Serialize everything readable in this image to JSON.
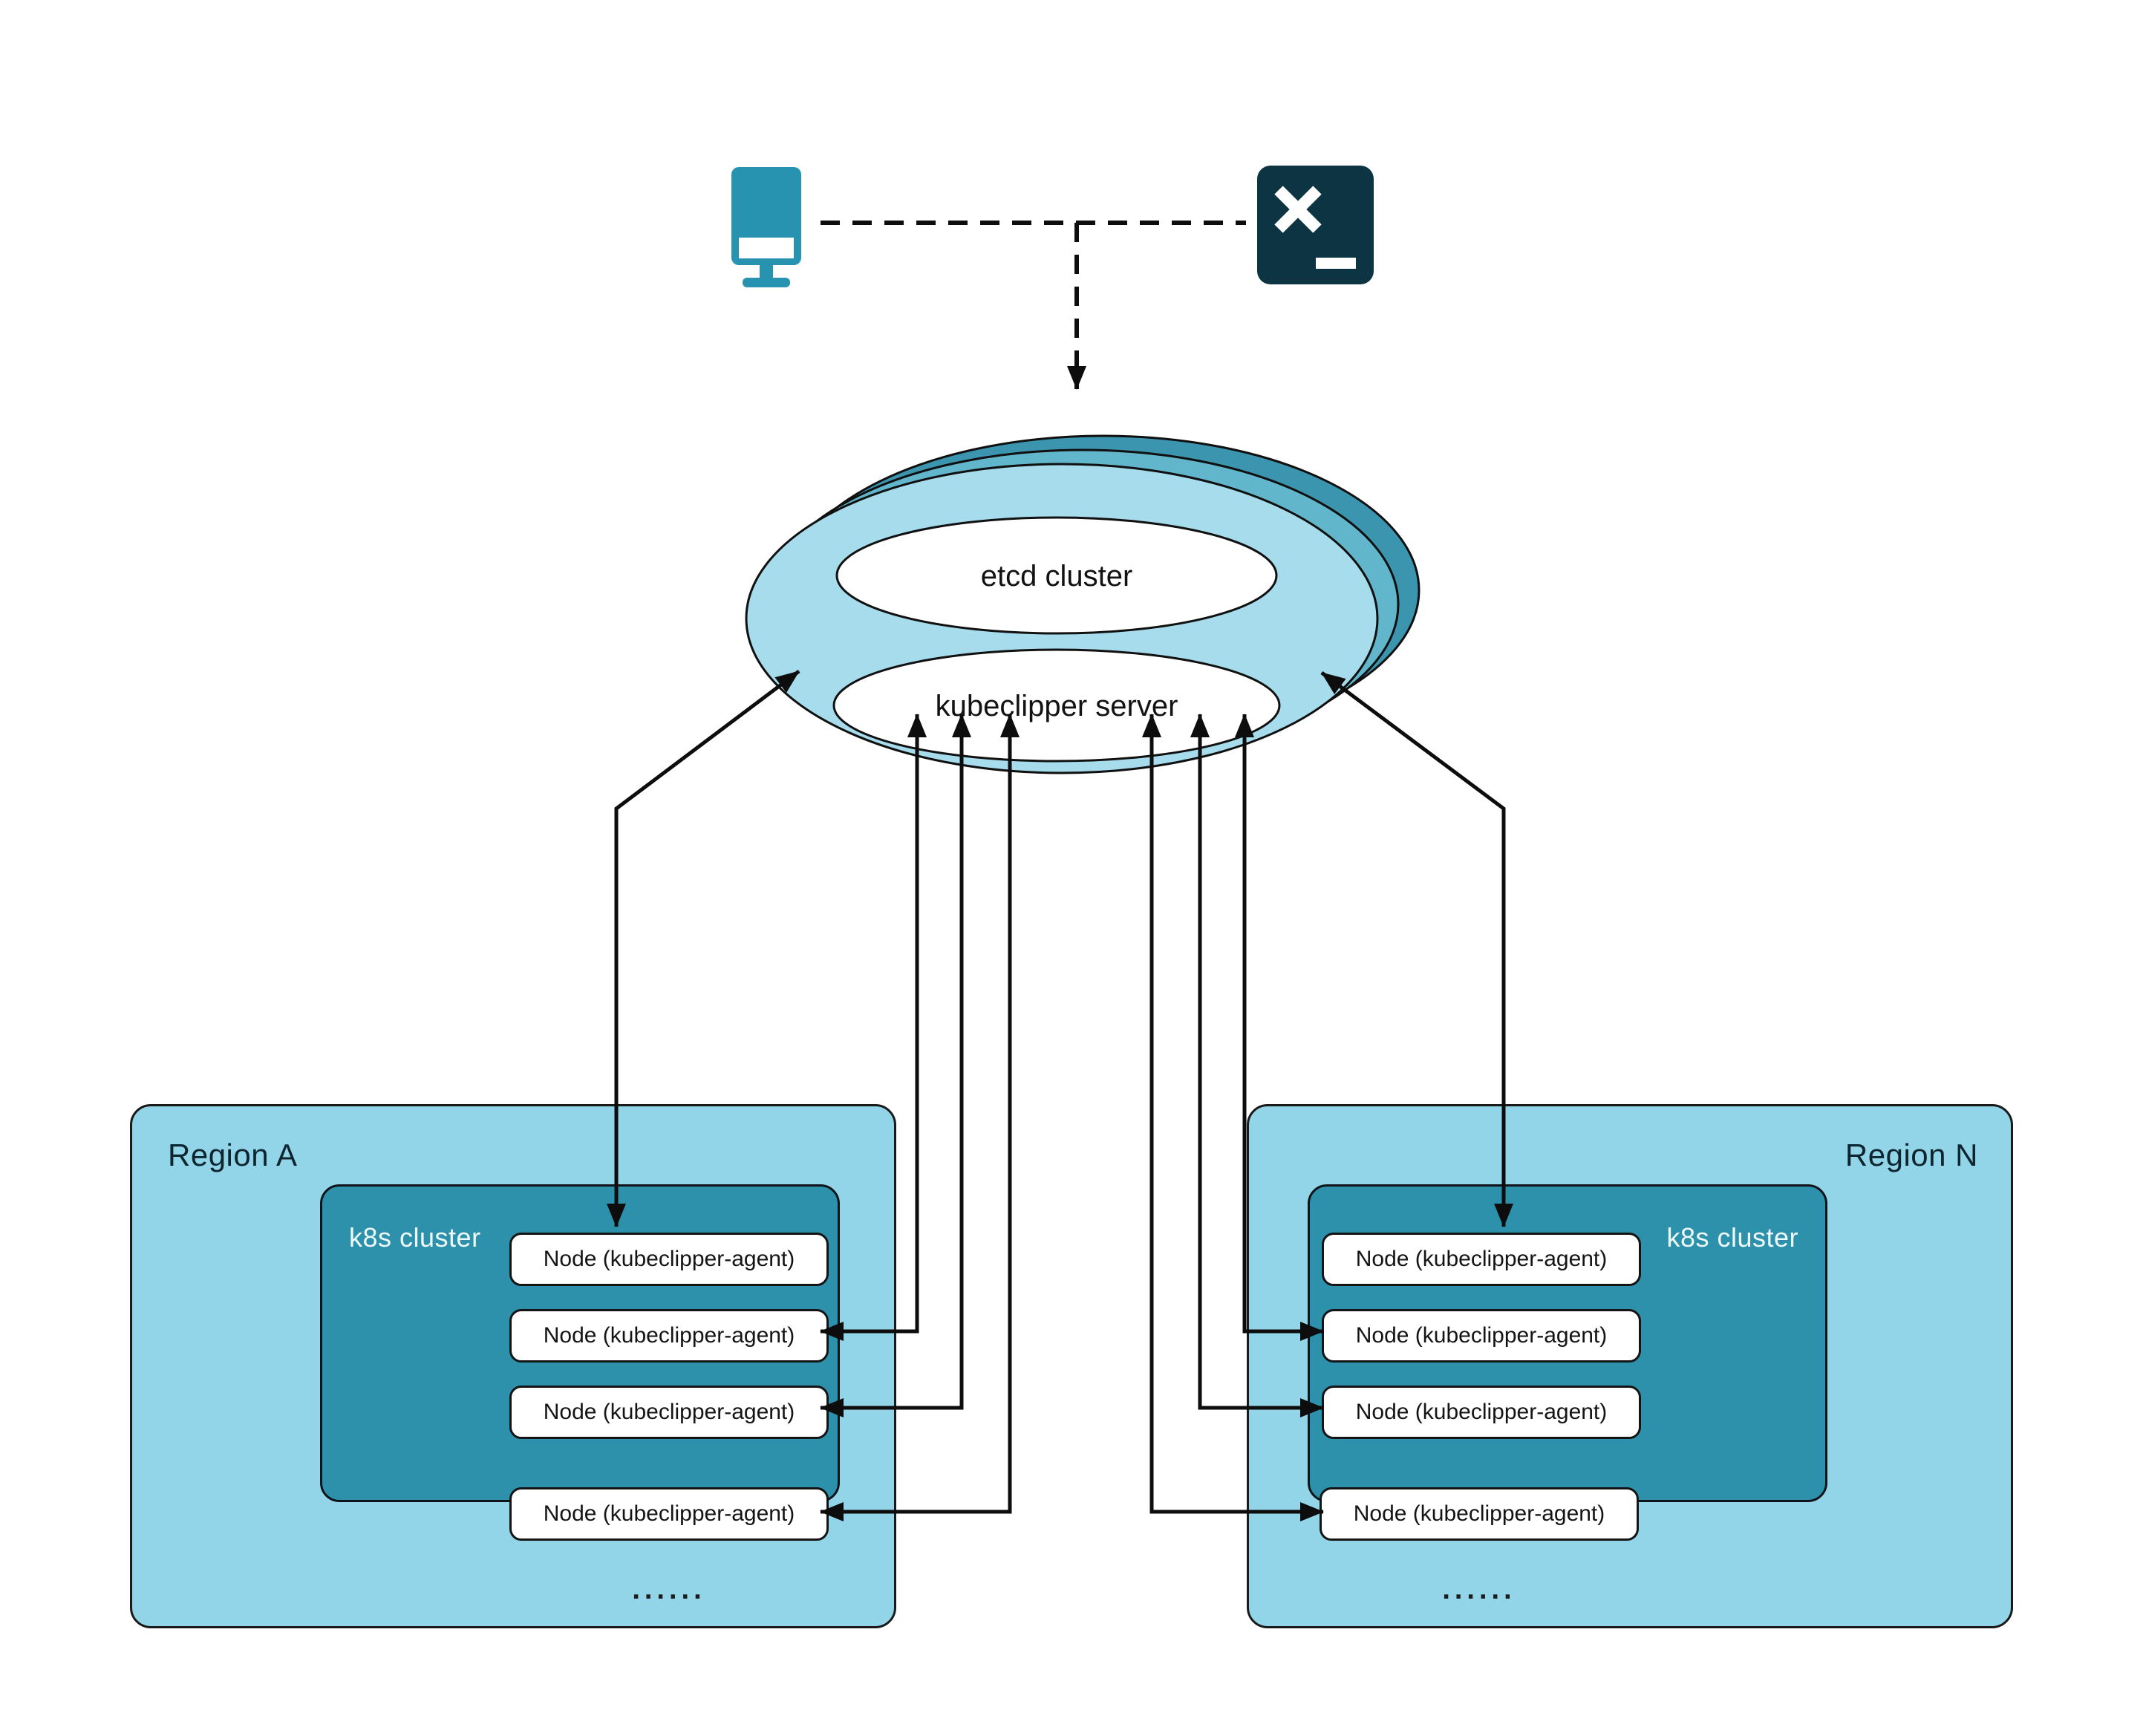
{
  "hub": {
    "etcd_label": "etcd cluster",
    "server_label": "kubeclipper server"
  },
  "clients": {
    "monitor_icon": "monitor-icon",
    "terminal_icon": "terminal-icon"
  },
  "regions": [
    {
      "name": "Region A",
      "cluster_label": "k8s cluster",
      "nodes": [
        "Node (kubeclipper-agent)",
        "Node (kubeclipper-agent)",
        "Node (kubeclipper-agent)",
        "Node (kubeclipper-agent)"
      ],
      "ellipsis": "......"
    },
    {
      "name": "Region N",
      "cluster_label": "k8s cluster",
      "nodes": [
        "Node (kubeclipper-agent)",
        "Node (kubeclipper-agent)",
        "Node (kubeclipper-agent)",
        "Node (kubeclipper-agent)"
      ],
      "ellipsis": "......"
    }
  ],
  "colors": {
    "region_fill": "#92d4e8",
    "k8s_cluster_fill": "#2d91ac",
    "disk_front": "#a6dcec",
    "disk_middle": "#62b6cc",
    "disk_back": "#3c95ae",
    "monitor_icon": "#2893b0",
    "terminal_icon": "#0c3443",
    "line": "#0d0d0d",
    "node_fill": "#ffffff"
  }
}
